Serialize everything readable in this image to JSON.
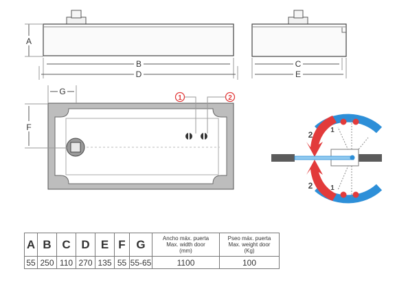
{
  "dimension_labels": {
    "a": "A",
    "b": "B",
    "c": "C",
    "d": "D",
    "e": "E",
    "f": "F",
    "g": "G"
  },
  "markers": {
    "one": "1",
    "two": "2"
  },
  "rotation_diagram": {
    "upper_outer": "2",
    "upper_inner": "1",
    "lower_outer": "2",
    "lower_inner": "1",
    "colors": {
      "outer_arrow": "#e23b3b",
      "inner_arc": "#2d8fd8",
      "dot": "#e23b3b"
    }
  },
  "spec_table": {
    "headers": [
      "A",
      "B",
      "C",
      "D",
      "E",
      "F",
      "G"
    ],
    "width_header": [
      "Ancho máx. puerta",
      "Max. width door",
      "(mm)"
    ],
    "weight_header": [
      "Pseo máx. puerta",
      "Max. weight door",
      "(Kg)"
    ],
    "values": [
      "55",
      "250",
      "110",
      "270",
      "135",
      "55",
      "55-65",
      "1100",
      "100"
    ]
  }
}
